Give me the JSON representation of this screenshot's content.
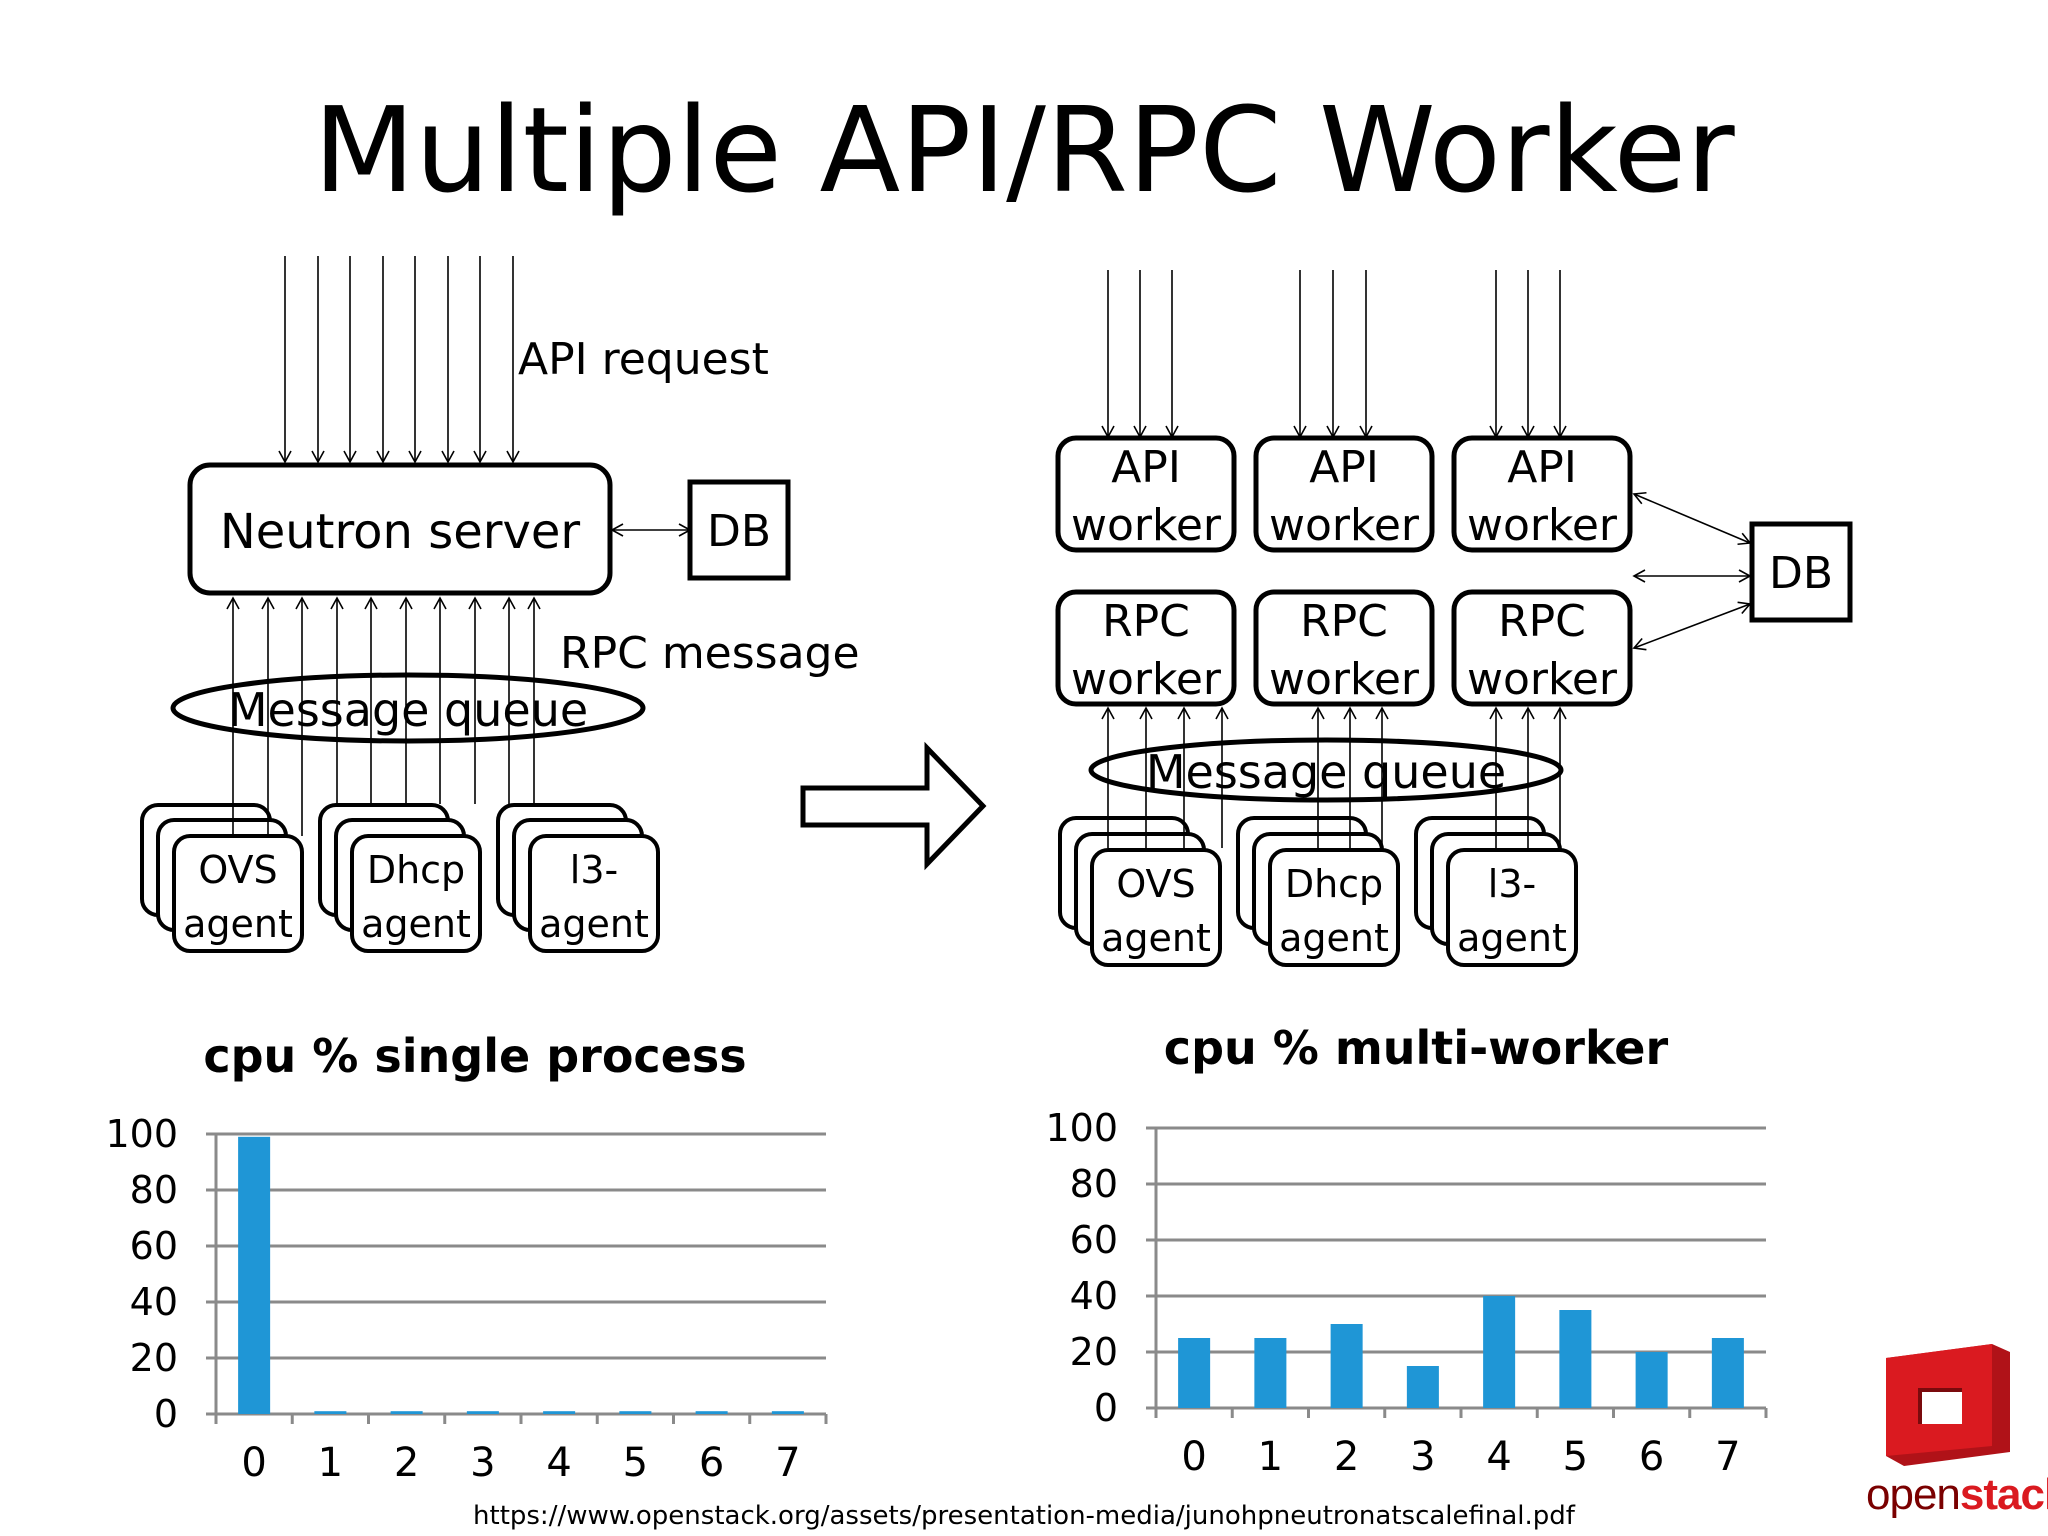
{
  "slide": {
    "title": "Multiple API/RPC Worker",
    "footer_url": "https://www.openstack.org/assets/presentation-media/junohpneutronatscalefinal.pdf",
    "logo": {
      "text_main": "open",
      "text_bold": "stack",
      "color_main": "#7a0000",
      "color_bold": "#da1a20",
      "icon": "openstack-cube-icon"
    }
  },
  "left_diagram": {
    "api_request_label": "API request",
    "server_label": "Neutron server",
    "db_label": "DB",
    "rpc_message_label": "RPC message",
    "queue_label": "Message queue",
    "agents": [
      {
        "line1": "OVS",
        "line2": "agent"
      },
      {
        "line1": "Dhcp",
        "line2": "agent"
      },
      {
        "line1": "l3-",
        "line2": "agent"
      }
    ]
  },
  "right_diagram": {
    "api_workers": [
      {
        "line1": "API",
        "line2": "worker"
      },
      {
        "line1": "API",
        "line2": "worker"
      },
      {
        "line1": "API",
        "line2": "worker"
      }
    ],
    "rpc_workers": [
      {
        "line1": "RPC",
        "line2": "worker"
      },
      {
        "line1": "RPC",
        "line2": "worker"
      },
      {
        "line1": "RPC",
        "line2": "worker"
      }
    ],
    "db_label": "DB",
    "queue_label": "Message queue",
    "agents": [
      {
        "line1": "OVS",
        "line2": "agent"
      },
      {
        "line1": "Dhcp",
        "line2": "agent"
      },
      {
        "line1": "l3-",
        "line2": "agent"
      }
    ]
  },
  "chart_data": [
    {
      "type": "bar",
      "title": "cpu % single process",
      "categories": [
        "0",
        "1",
        "2",
        "3",
        "4",
        "5",
        "6",
        "7"
      ],
      "values": [
        99,
        1,
        1,
        1,
        1,
        1,
        1,
        1
      ],
      "yticks": [
        "0",
        "20",
        "40",
        "60",
        "80",
        "100"
      ],
      "ylim": [
        0,
        100
      ],
      "grid": true,
      "color": "#1f96d6"
    },
    {
      "type": "bar",
      "title": "cpu % multi-worker",
      "categories": [
        "0",
        "1",
        "2",
        "3",
        "4",
        "5",
        "6",
        "7"
      ],
      "values": [
        25,
        25,
        30,
        15,
        40,
        35,
        20,
        25
      ],
      "yticks": [
        "0",
        "20",
        "40",
        "60",
        "80",
        "100"
      ],
      "ylim": [
        0,
        100
      ],
      "grid": true,
      "color": "#1f96d6"
    }
  ]
}
